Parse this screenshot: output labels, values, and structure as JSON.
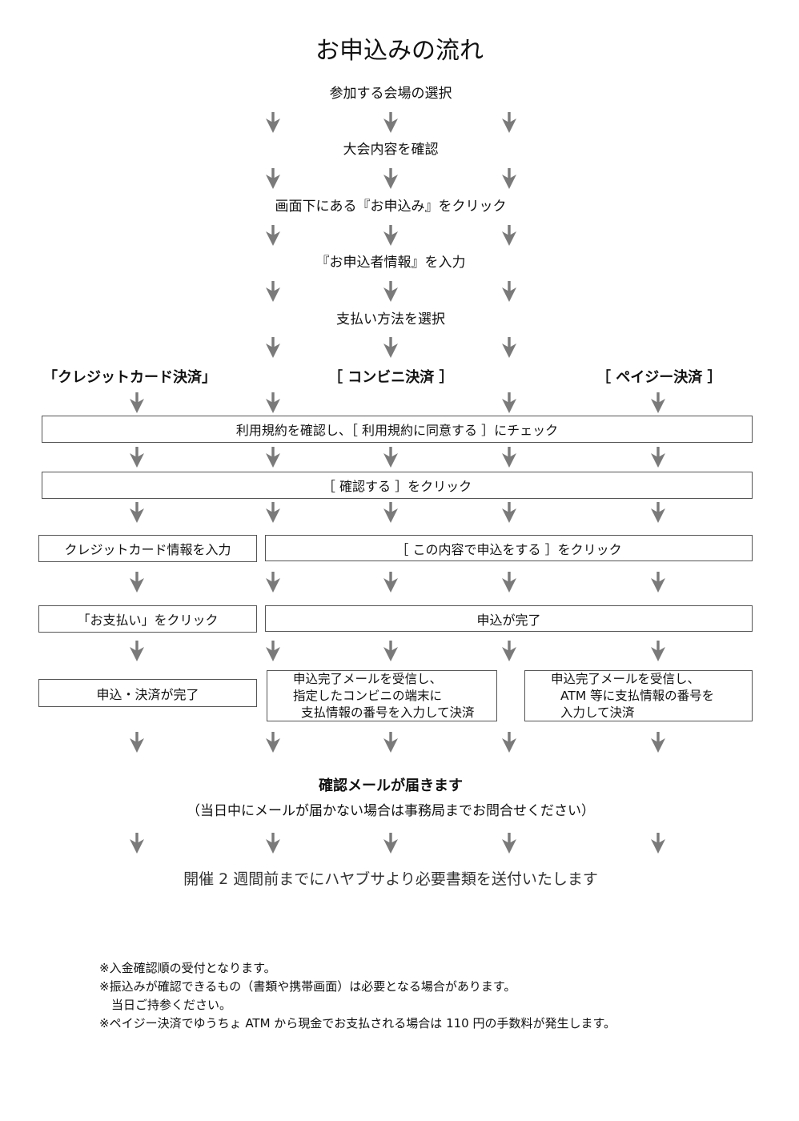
{
  "title": "お申込みの流れ",
  "steps": [
    "参加する会場の選択",
    "大会内容を確認",
    "画面下にある『お申込み』をクリック",
    "『お申込者情報』を入力",
    "支払い方法を選択"
  ],
  "methods": {
    "credit": "「クレジットカード決済」",
    "convenience": "［ コンビニ決済 ］",
    "payeasy": "［ ペイジー決済 ］"
  },
  "boxes": {
    "terms": "利用規約を確認し、［ 利用規約に同意する ］にチェック",
    "confirm_click": "［ 確認する ］をクリック",
    "card_info": "クレジットカード情報を入力",
    "apply_click": "［ この内容で申込をする ］をクリック",
    "pay_click": "「お支払い」をクリック",
    "apply_done": "申込が完了",
    "credit_done": "申込・決済が完了",
    "conv_lines": [
      "申込完了メールを受信し、",
      "指定したコンビニの端末に",
      "支払情報の番号を入力して決済"
    ],
    "payeasy_lines": [
      "申込完了メールを受信し、",
      "ATM 等に支払情報の番号を",
      "入力して決済"
    ]
  },
  "confirm_mail": "確認メールが届きます",
  "confirm_note": "（当日中にメールが届かない場合は事務局までお問合せください）",
  "final": "開催 2 週間前までにハヤブサより必要書類を送付いたします",
  "notes": [
    "※入金確認順の受付となります。",
    "※振込みが確認できるもの（書類や携帯画面）は必要となる場合があります。",
    "　当日ご持参ください。",
    "※ペイジー決済でゆうちょ ATM から現金でお支払される場合は 110 円の手数料が発生します。"
  ],
  "colors": {
    "arrow": "#7a7a7a",
    "border": "#555555",
    "text": "#111111"
  },
  "icons": {
    "arrow": "down-arrow-icon"
  }
}
